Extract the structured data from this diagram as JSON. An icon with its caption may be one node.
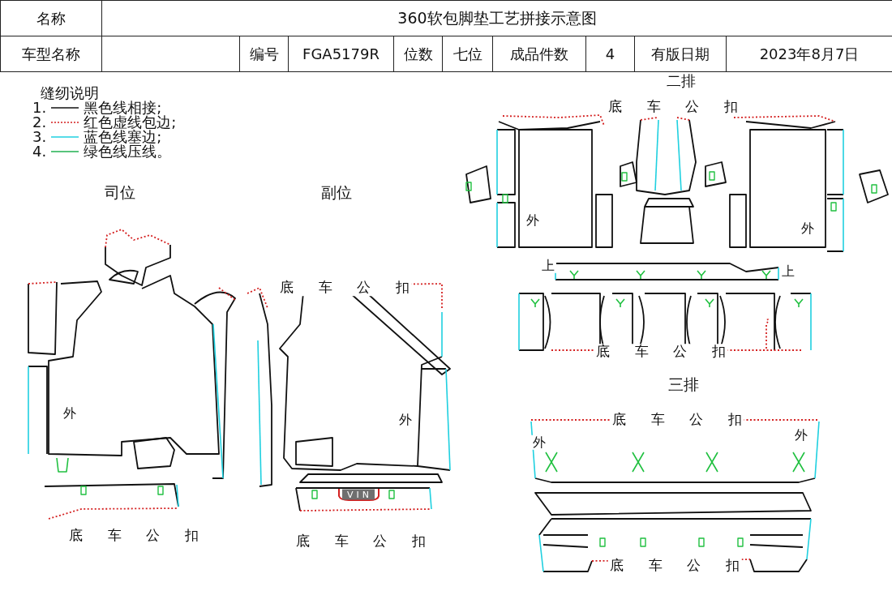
{
  "diagram": {
    "title": "360软包脚垫工艺拼接示意图",
    "labels": [
      "名称",
      "车型名称",
      "编号",
      "FGA5179R",
      "位数",
      "七位",
      "成品件数",
      "4",
      "有版日期",
      "2023年8月7日",
      "缝纫说明",
      "1.",
      "2.",
      "3.",
      "4.",
      "二排",
      "底 车 公 扣",
      "司位",
      "副位",
      "外",
      "外",
      "上",
      "上",
      "底 车 公 扣",
      "底 车 公 扣",
      "三排",
      "外",
      "外",
      "底 车 公 扣",
      "外",
      "外",
      "VIN",
      "底 车 公 扣",
      "底 车 公 扣",
      "底 车 公 扣"
    ],
    "legend": [
      {
        "text": "黑色线相接;"
      },
      {
        "text": "红色虚线包边;"
      },
      {
        "text": "蓝色线塞边;"
      },
      {
        "text": "绿色线压线。"
      }
    ]
  }
}
